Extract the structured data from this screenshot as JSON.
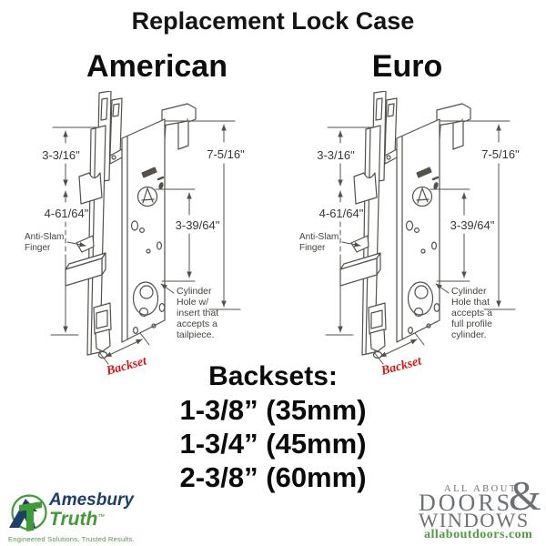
{
  "title": "Replacement Lock Case",
  "diagrams": [
    {
      "heading": "American",
      "dim_upper": "3-3/16\"",
      "dim_lower": "4-61/64\"",
      "dim_total": "7-5/16\"",
      "dim_cylinder": "3-39/64\"",
      "anti_slam_line1": "Anti-Slam",
      "anti_slam_line2": "Finger",
      "cylinder_note": [
        "Cylinder",
        "Hole w/",
        "insert that",
        "accepts a",
        "tailpiece."
      ],
      "backset_label": "Backset"
    },
    {
      "heading": "Euro",
      "dim_upper": "3-3/16\"",
      "dim_lower": "4-61/64\"",
      "dim_total": "7-5/16\"",
      "dim_cylinder": "3-39/64\"",
      "anti_slam_line1": "Anti-Slam",
      "anti_slam_line2": "Finger",
      "cylinder_note": [
        "Cylinder",
        "Hole that",
        "accepts a",
        "full profile",
        "cylinder."
      ],
      "backset_label": "Backset"
    }
  ],
  "backsets": {
    "heading": "Backsets:",
    "options": [
      "1-3/8” (35mm)",
      "1-3/4” (45mm)",
      "2-3/8” (60mm)"
    ]
  },
  "footer": {
    "amesbury_truth": {
      "name_top": "Amesbury",
      "name_bottom": "Truth",
      "trademark": "™",
      "tagline": "Engineered Solutions. Trusted Results."
    },
    "all_about_doors": {
      "line1": "ALL ABOUT",
      "ampersand": "&",
      "line2": "DOORS",
      "line3": "WINDOWS",
      "url": "allaboutdoors.com"
    }
  },
  "colors": {
    "backset_red": "#d91515",
    "line_art": "#54514b",
    "amesbury_navy": "#1c3e6b",
    "truth_green": "#3f9c35",
    "aad_gray": "#6d7175",
    "aad_green": "#4f9d43"
  }
}
